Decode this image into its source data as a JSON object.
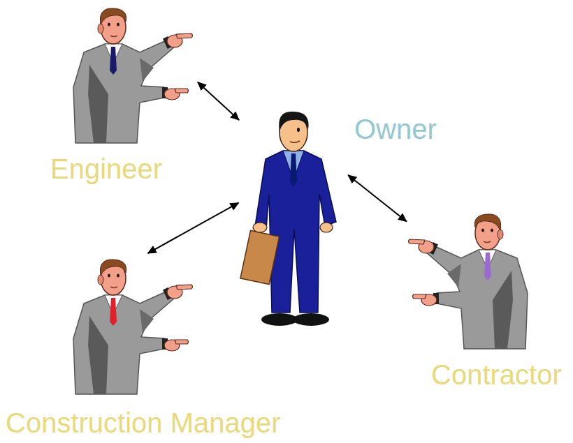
{
  "diagram": {
    "nodes": [
      {
        "text": [
          "Engineer"
        ]
      },
      {
        "text": [
          "Owner"
        ]
      },
      {
        "text": [
          "Construction Manager"
        ]
      },
      {
        "text": [
          "Contractor"
        ]
      }
    ],
    "edges": [
      {
        "from": 0,
        "to": 1,
        "arrow": "both"
      },
      {
        "from": 2,
        "to": 1,
        "arrow": "both"
      },
      {
        "from": 1,
        "to": 3,
        "arrow": "both"
      }
    ]
  }
}
